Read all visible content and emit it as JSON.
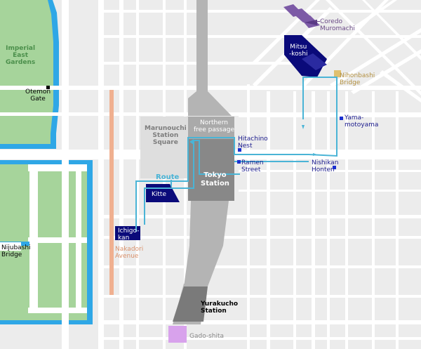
{
  "labels": {
    "imperial": "Imperial\nEast\nGardens",
    "otemon": "Otemon\nGate",
    "nijubashi": "Nijubashi\nBridge",
    "marunouchi": "Marunouchi\nStation\nSquare",
    "northern": "Northern\nfree passage",
    "hitachino": "Hitachino\nNest",
    "ramen": "Ramen\nStreet",
    "tokyo_station": "Tokyo\nStation",
    "route": "Route",
    "kitte": "Kitte",
    "ichigokan": "Ichigo-\nkan",
    "nakadori": "Nakadori\nAvenue",
    "yurakucho": "Yurakucho\nStation",
    "gado": "Gado-shita",
    "coredo": "Coredo\nMuromachi",
    "mitsukoshi": "Mitsu\n-koshi",
    "nihonbashi": "Nihonbashi\nBridge",
    "yamamotoyama": "Yama-\nmotoyama",
    "nishikan": "Nishikan\nHonten"
  },
  "colors": {
    "background": "#ececec",
    "park": "#a6d49b",
    "water": "#2fa7e6",
    "road": "#ffffff",
    "station": "#888888",
    "rail": "#b4b4b4",
    "route": "#4ab4d6",
    "navy_building": "#0a0a7a",
    "purple_building": "#7c5aa6",
    "nakadori": "#f0b090",
    "gado": "#d8a2ec",
    "poi_marker": "#1a2fd0"
  },
  "icons": {
    "poi_marker": "square-marker-icon",
    "route_arrow": "arrow-icon"
  }
}
